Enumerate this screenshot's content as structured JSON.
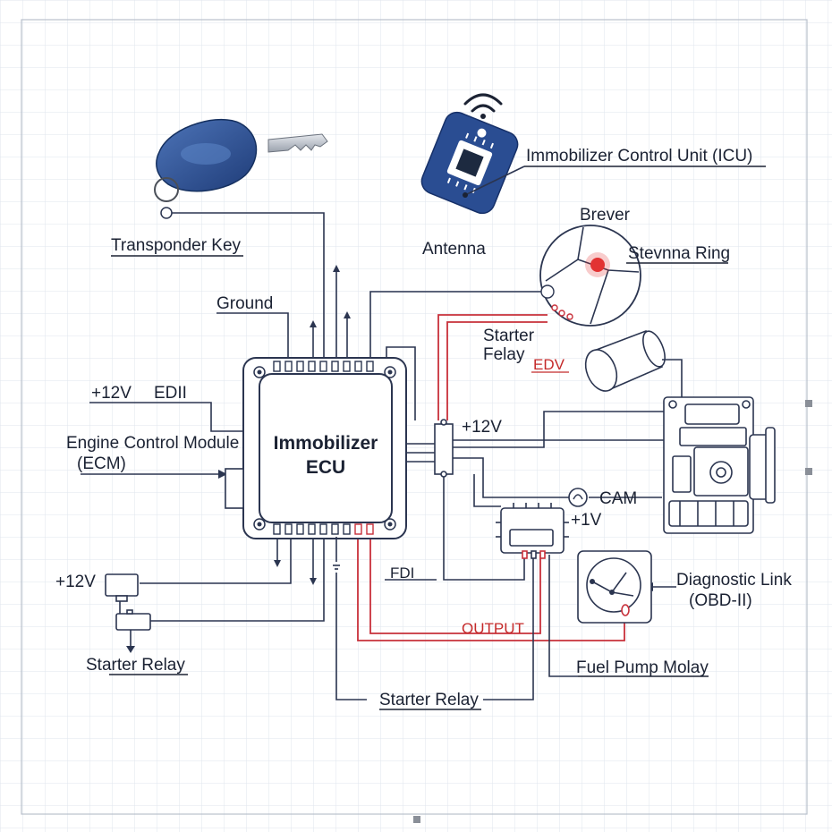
{
  "diagram": {
    "labels": {
      "transponder_key": "Transponder Key",
      "icu": "Immobilizer Control Unit (ICU)",
      "antenna": "Antenna",
      "brever": "Brever",
      "stevnna_ring": "Stevnna Ring",
      "ground": "Ground",
      "starter_felay_1": "Starter",
      "starter_felay_2": "Felay",
      "edv": "EDV",
      "plus12v_left": "+12V",
      "edii": "EDII",
      "ecm_1": "Engine Control Module",
      "ecm_2": "(ECM)",
      "plus12v_mid": "+12V",
      "cam": "CAM",
      "plus1v": "+1V",
      "fdi": "FDI",
      "diag_1": "Diagnostic Link",
      "diag_2": "(OBD-II)",
      "plus12v_relay": "+12V",
      "output": "OUTPUT",
      "starter_relay_left": "Starter Relay",
      "fuel_pump": "Fuel Pump Molay",
      "starter_relay_bottom": "Starter Relay"
    },
    "ecu": {
      "title_line1": "Immobilizer",
      "title_line2": "ECU"
    },
    "colors": {
      "wire": "#2b3550",
      "signal_wire": "#c8303a",
      "component_blue": "#2d4f8f",
      "grid": "#dfe5ee"
    }
  }
}
